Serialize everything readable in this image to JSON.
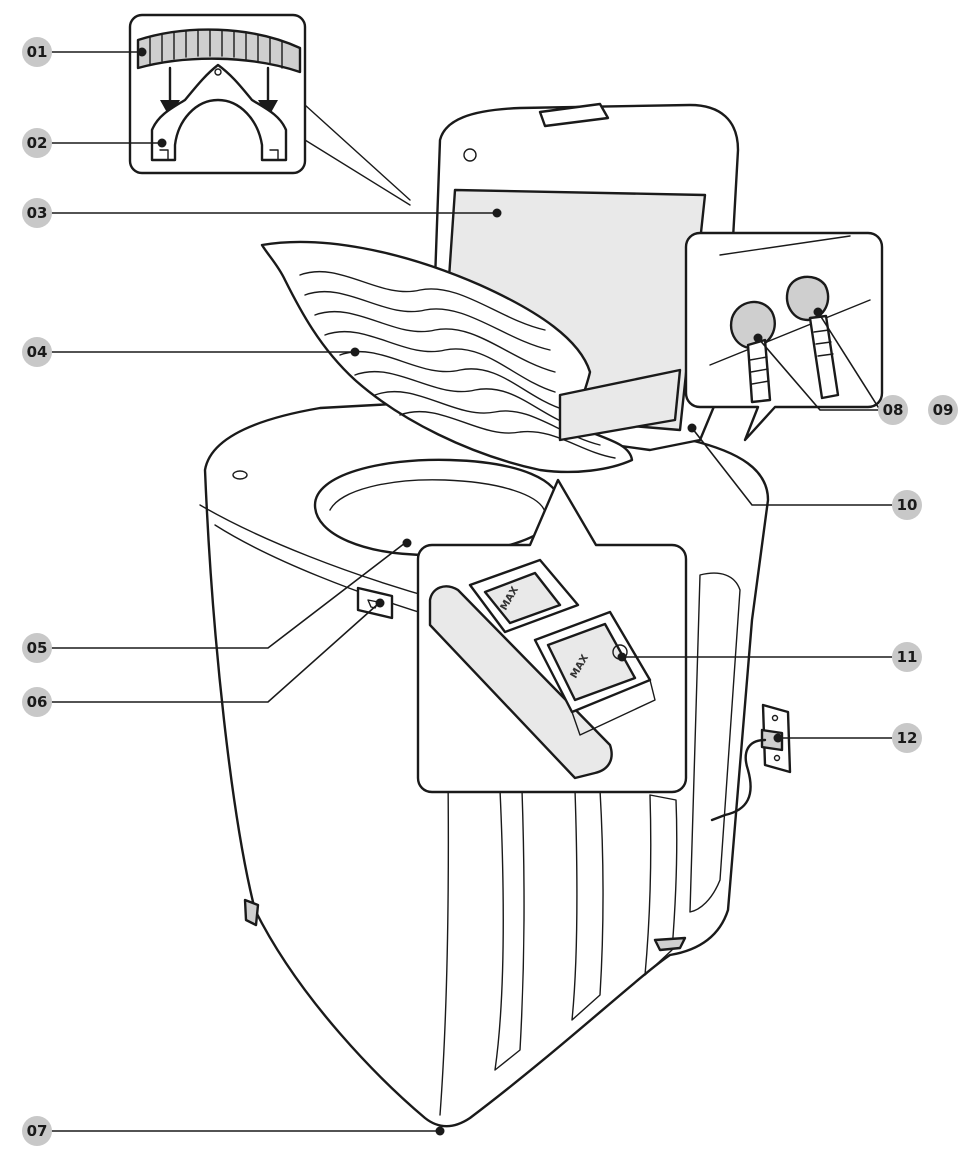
{
  "callouts": [
    {
      "id": "01"
    },
    {
      "id": "02"
    },
    {
      "id": "03"
    },
    {
      "id": "04"
    },
    {
      "id": "05"
    },
    {
      "id": "06"
    },
    {
      "id": "07"
    },
    {
      "id": "08"
    },
    {
      "id": "09"
    },
    {
      "id": "10"
    },
    {
      "id": "11"
    },
    {
      "id": "12"
    }
  ],
  "dispenser_labels": {
    "upper": "MAX",
    "lower": "MAX"
  },
  "colors": {
    "ink": "#1a1a1a",
    "badge": "#c8c8c8",
    "panel_fill": "#e9e9e9",
    "background": "#ffffff"
  }
}
